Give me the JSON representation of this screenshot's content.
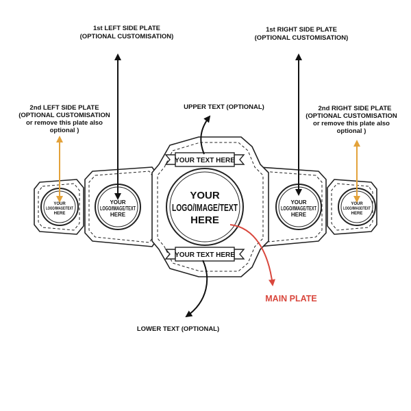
{
  "labels": {
    "left1_line1": "1st LEFT SIDE PLATE",
    "left1_line2": "(OPTIONAL CUSTOMISATION)",
    "right1_line1": "1st RIGHT SIDE PLATE",
    "right1_line2": "(OPTIONAL CUSTOMISATION)",
    "left2_line1": "2nd LEFT SIDE PLATE",
    "left2_line2": "(OPTIONAL CUSTOMISATION",
    "left2_line3": "or remove this plate also",
    "left2_line4": "optional )",
    "right2_line1": "2nd RIGHT SIDE PLATE",
    "right2_line2": "(OPTIONAL CUSTOMISATION",
    "right2_line3": "or remove this plate also",
    "right2_line4": "optional )",
    "upper_text": "UPPER TEXT (OPTIONAL)",
    "lower_text": "LOWER TEXT (OPTIONAL)",
    "main_plate": "MAIN PLATE"
  },
  "banners": {
    "upper": "YOUR TEXT HERE",
    "lower": "YOUR TEXT HERE"
  },
  "main_circle": {
    "line1": "YOUR",
    "line2": "LOGO/IMAGE/TEXT",
    "line3": "HERE"
  },
  "side_circle": {
    "line1": "YOUR",
    "line2": "LOGO/IMAGE/TEXT",
    "line3": "HERE"
  },
  "colors": {
    "arrow_black": "#111111",
    "arrow_orange": "#e3a23a",
    "arrow_red": "#d9473d"
  }
}
